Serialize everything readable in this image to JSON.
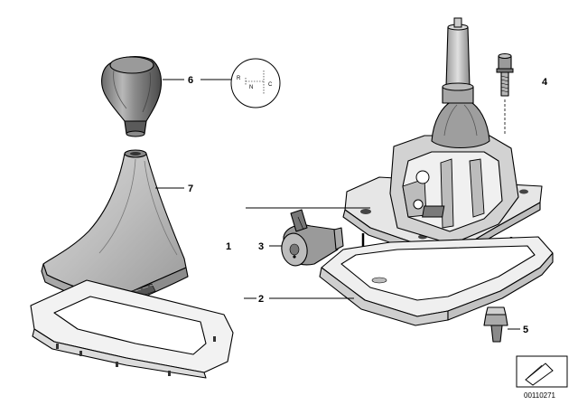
{
  "callouts": {
    "c1": "1",
    "c2": "2",
    "c3": "3",
    "c4": "4",
    "c5": "5",
    "c6": "6",
    "c7": "7"
  },
  "shift_pattern": {
    "r": "R",
    "n": "N",
    "c": "C"
  },
  "diagram_code": "00110271"
}
